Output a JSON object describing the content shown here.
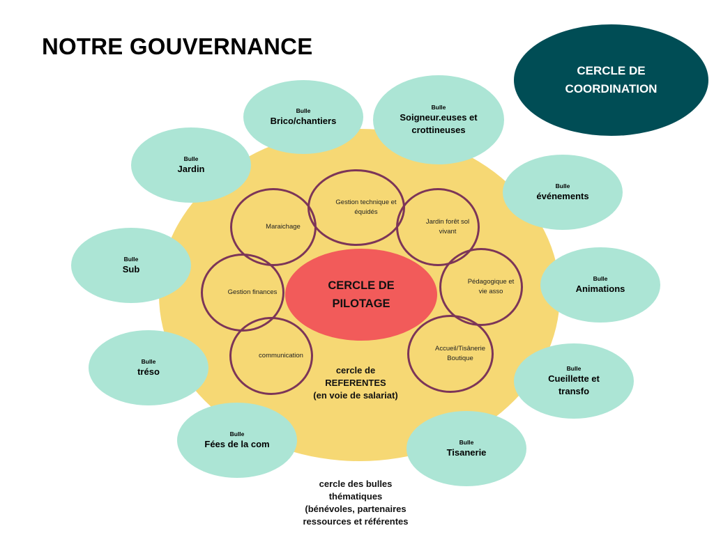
{
  "title": "NOTRE GOUVERNANCE",
  "coordination": {
    "line1": "CERCLE DE",
    "line2": "COORDINATION"
  },
  "pilotage": {
    "line1": "CERCLE DE",
    "line2": "PILOTAGE"
  },
  "referents_caption": {
    "line1": "cercle de",
    "line2": "REFERENTES",
    "line3": "(en voie de salariat)"
  },
  "bubbles_caption": {
    "line1": "cercle des bulles",
    "line2": "thématiques",
    "line3": "(bénévoles, partenaires",
    "line4": "ressources et  référentes"
  },
  "rings": {
    "gestion_technique": {
      "line1": "Gestion technique et",
      "line2": "équidés"
    },
    "maraichage": {
      "line1": "Maraichage"
    },
    "jardin_foret": {
      "line1": "Jardin forêt sol",
      "line2": "vivant"
    },
    "gestion_finances": {
      "line1": "Gestion finances"
    },
    "pedagogique": {
      "line1": "Pédagogique et",
      "line2": "vie asso"
    },
    "communication": {
      "line1": "communication"
    },
    "accueil": {
      "line1": "Accueil/Tisânerie",
      "line2": "Boutique"
    }
  },
  "bubbles": {
    "brico": {
      "kicker": "Bulle",
      "label": "Brico/chantiers"
    },
    "soigneur": {
      "kicker": "Bulle",
      "line1": "Soigneur.euses et",
      "line2": "crottineuses"
    },
    "jardin": {
      "kicker": "Bulle",
      "label": "Jardin"
    },
    "evenements": {
      "kicker": "Bulle",
      "label": "événements"
    },
    "sub": {
      "kicker": "Bulle",
      "label": "Sub"
    },
    "animations": {
      "kicker": "Bulle",
      "label": "Animations"
    },
    "treso": {
      "kicker": "Bulle",
      "label": "tréso"
    },
    "cueillette": {
      "kicker": "Bulle",
      "line1": "Cueillette et",
      "line2": "transfo"
    },
    "fees": {
      "kicker": "Bulle",
      "label": "Fées de la com"
    },
    "tisanerie": {
      "kicker": "Bulle",
      "label": "Tisanerie"
    }
  },
  "colors": {
    "yellow_field": "#f6d874",
    "coordination": "#004d55",
    "pilotage": "#f25b5a",
    "ring_stroke": "#7c3558",
    "bubble": "#ace5d5"
  }
}
